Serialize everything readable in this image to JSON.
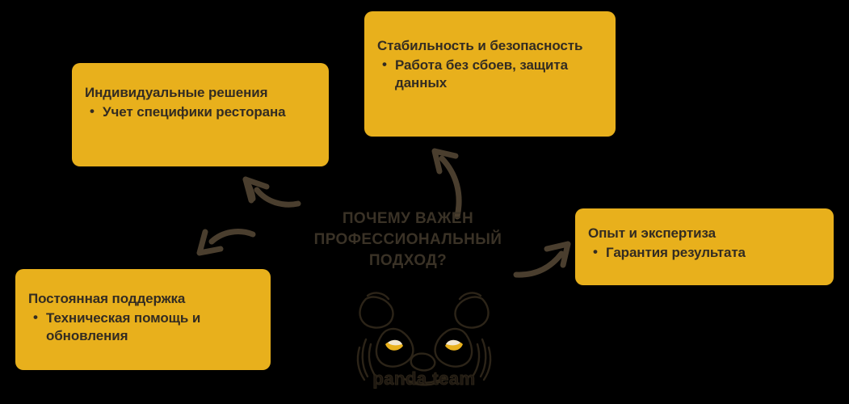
{
  "palette": {
    "background": "#000000",
    "card_fill": "#E8B01C",
    "card_text": "#332C22",
    "heading_text": "#3A3226",
    "arrow": "#4A3E2E",
    "panda_outline": "#2C2418",
    "panda_eye_gold": "#E8B01C",
    "panda_eye_light": "#F2E7D0"
  },
  "center": {
    "heading_lines": [
      "ПОЧЕМУ ВАЖЕН",
      "ПРОФЕССИОНАЛЬНЫЙ",
      "ПОДХОД?"
    ]
  },
  "cards": [
    {
      "id": "individual",
      "title": "Индивидуальные решения",
      "bullets": [
        "Учет специфики ресторана"
      ]
    },
    {
      "id": "stability",
      "title": "Стабильность и безопасность",
      "bullets": [
        "Работа без сбоев, защита данных"
      ]
    },
    {
      "id": "support",
      "title": "Постоянная поддержка",
      "bullets": [
        "Техническая помощь и обновления"
      ]
    },
    {
      "id": "experience",
      "title": "Опыт и экспертиза",
      "bullets": [
        "Гарантия результата"
      ]
    }
  ],
  "arrows": [
    {
      "id": "arrow-to-individual",
      "from": "center",
      "to": "individual",
      "direction": "up-left"
    },
    {
      "id": "arrow-to-support",
      "from": "center",
      "to": "support",
      "direction": "down-left"
    },
    {
      "id": "arrow-to-stability",
      "from": "center",
      "to": "stability",
      "direction": "up"
    },
    {
      "id": "arrow-to-experience",
      "from": "center",
      "to": "experience",
      "direction": "up-right"
    }
  ],
  "logo": {
    "wordmark": "panda team",
    "mark": "panda-head"
  }
}
